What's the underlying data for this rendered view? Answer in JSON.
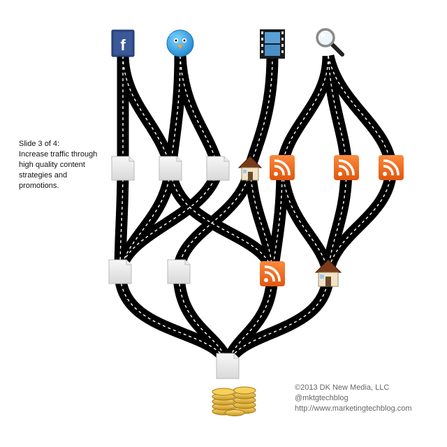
{
  "caption": {
    "line1": "Slide 3 of 4:",
    "line2": "Increase traffic through",
    "line3": "high quality content",
    "line4": "strategies and",
    "line5": "promotions."
  },
  "credits": {
    "line1": "©2013 DK New Media, LLC",
    "line2": "@mktgtechblog",
    "line3": "http://www.marketingtechblog.com"
  },
  "icons": {
    "facebook_letter": "f"
  },
  "colors": {
    "road": "#000000",
    "dash": "#ffffff",
    "rss": "#f26b1d",
    "facebook": "#3b5998",
    "twitter": "#33aaf0",
    "coin": "#e8b92e"
  }
}
